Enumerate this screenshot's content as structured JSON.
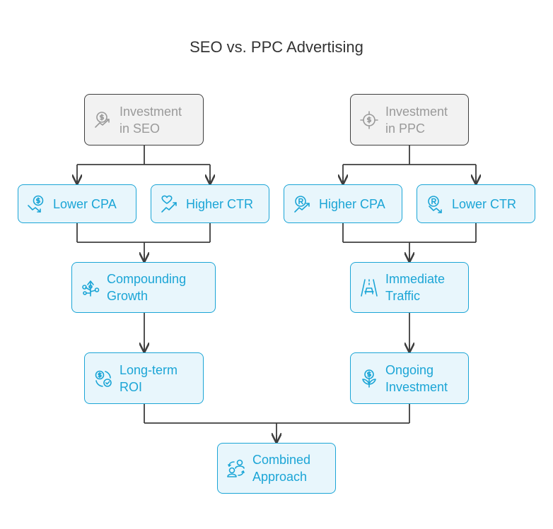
{
  "title": "SEO vs. PPC Advertising",
  "nodes": {
    "investment_seo": {
      "label": "Investment\nin SEO",
      "icon": "dollar-growth-icon"
    },
    "investment_ppc": {
      "label": "Investment\nin PPC",
      "icon": "dollar-target-icon"
    },
    "lower_cpa": {
      "label": "Lower CPA",
      "icon": "dollar-trend-down-icon"
    },
    "higher_ctr_seo": {
      "label": "Higher CTR",
      "icon": "heart-trend-up-icon"
    },
    "higher_cpa": {
      "label": "Higher CPA",
      "icon": "rupee-trend-up-icon"
    },
    "lower_ctr_ppc": {
      "label": "Lower CTR",
      "icon": "rupee-trend-down-icon"
    },
    "compounding_growth": {
      "label": "Compounding\nGrowth",
      "icon": "growth-branch-icon"
    },
    "immediate_traffic": {
      "label": "Immediate\nTraffic",
      "icon": "car-road-icon"
    },
    "long_term_roi": {
      "label": "Long-term\nROI",
      "icon": "dollar-cycle-check-icon"
    },
    "ongoing_investment": {
      "label": "Ongoing\nInvestment",
      "icon": "dollar-plant-icon"
    },
    "combined_approach": {
      "label": "Combined\nApproach",
      "icon": "people-exchange-icon"
    }
  },
  "colors": {
    "accent": "#1ba5d6",
    "accent_fill": "#e8f6fc",
    "neutral_border": "#3e3e3e",
    "neutral_fill": "#f2f2f2",
    "neutral_text": "#9a9a9a",
    "connector": "#3e3e3e"
  }
}
